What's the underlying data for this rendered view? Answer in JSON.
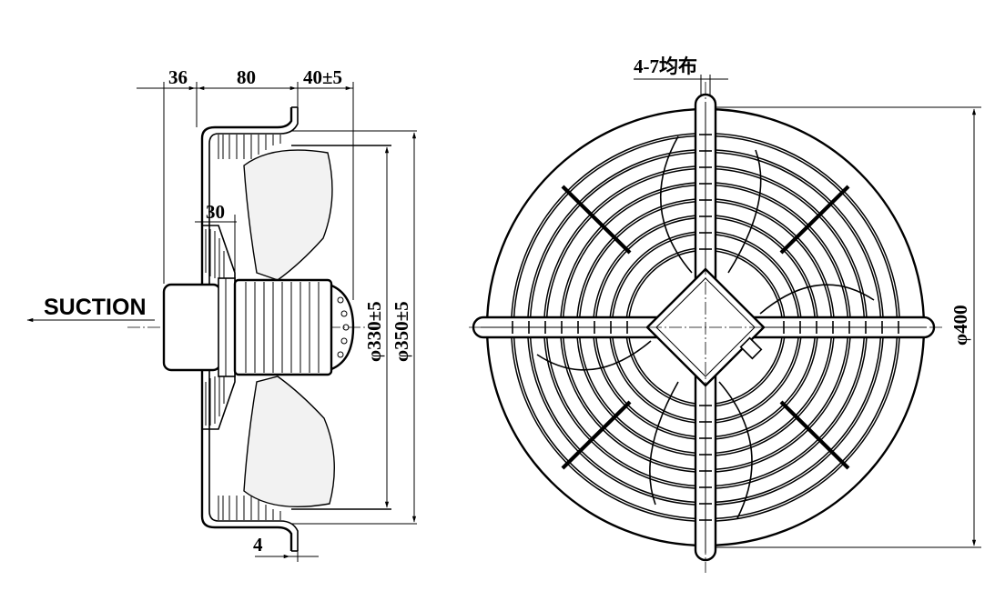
{
  "side_view": {
    "suction_label": "SUCTION",
    "dim_36": "36",
    "dim_80": "80",
    "dim_40": "40±5",
    "dim_30": "30",
    "dim_4": "4",
    "dim_d330": "φ330±5",
    "dim_d350": "φ350±5"
  },
  "front_view": {
    "hole_note": "4-7均布",
    "dim_d400": "φ400"
  },
  "colors": {
    "line": "#000000",
    "blade_fill": "#f2f2f2",
    "background": "#ffffff"
  }
}
